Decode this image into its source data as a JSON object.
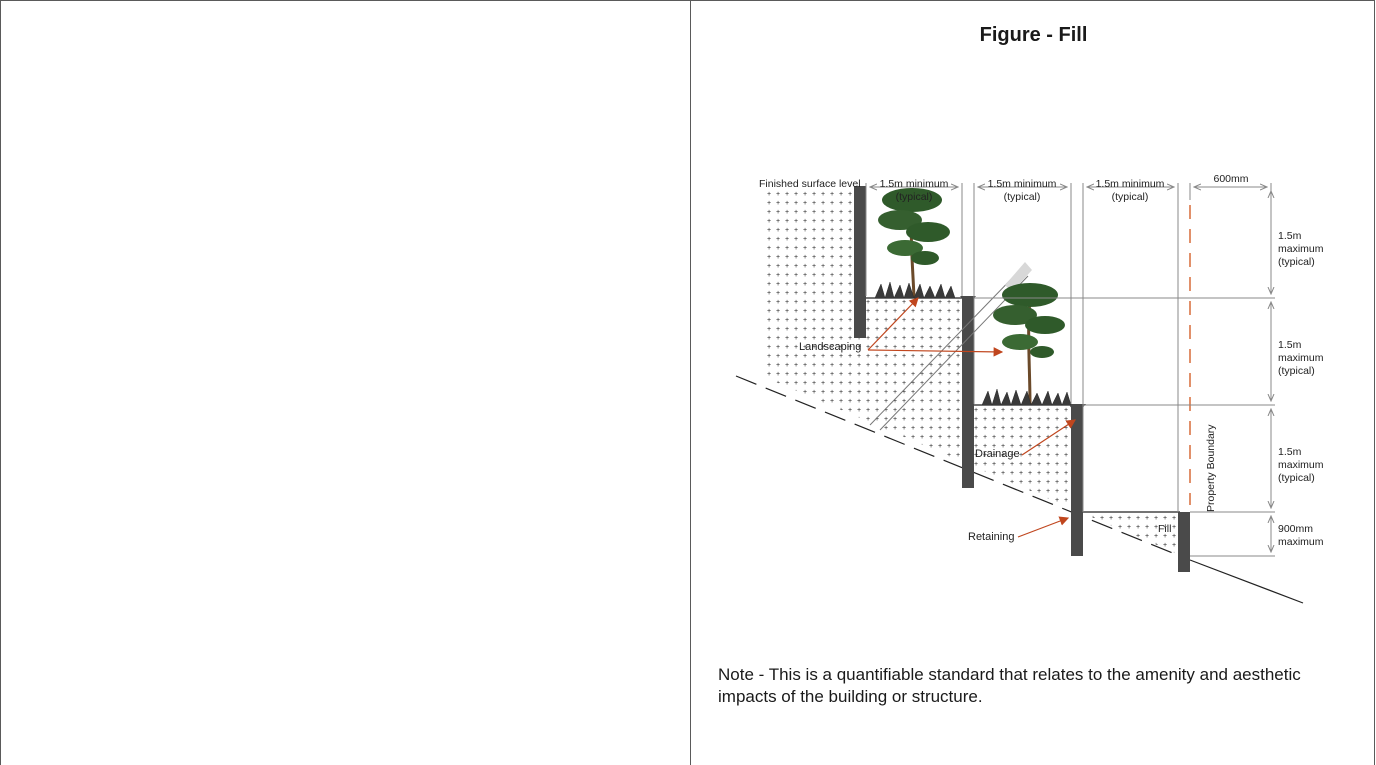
{
  "figure": {
    "title": "Figure - Fill",
    "labels": {
      "finished_surface": "Finished surface level",
      "col1_line1": "1.5m minimum",
      "col1_line2": "(typical)",
      "col2_line1": "1.5m minimum",
      "col2_line2": "(typical)",
      "col3_line1": "1.5m minimum",
      "col3_line2": "(typical)",
      "boundary_offset": "600mm",
      "h1_line1": "1.5m",
      "h1_line2": "maximum",
      "h1_line3": "(typical)",
      "h2_line1": "1.5m",
      "h2_line2": "maximum",
      "h2_line3": "(typical)",
      "h3_line1": "1.5m",
      "h3_line2": "maximum",
      "h3_line3": "(typical)",
      "h4_line1": "900mm",
      "h4_line2": "maximum",
      "landscaping": "Landscaping",
      "drainage": "Drainage",
      "retaining": "Retaining",
      "fill": "Fill",
      "property_boundary": "Property Boundary"
    }
  },
  "note": "Note - This is a quantifiable standard that relates to the amenity and aesthetic impacts of the building or structure.",
  "colors": {
    "wall": "#4a4a4a",
    "arrow": "#c0461e",
    "boundary": "#d4602a",
    "dim": "#888888",
    "foliage": "#2f5a2a"
  }
}
